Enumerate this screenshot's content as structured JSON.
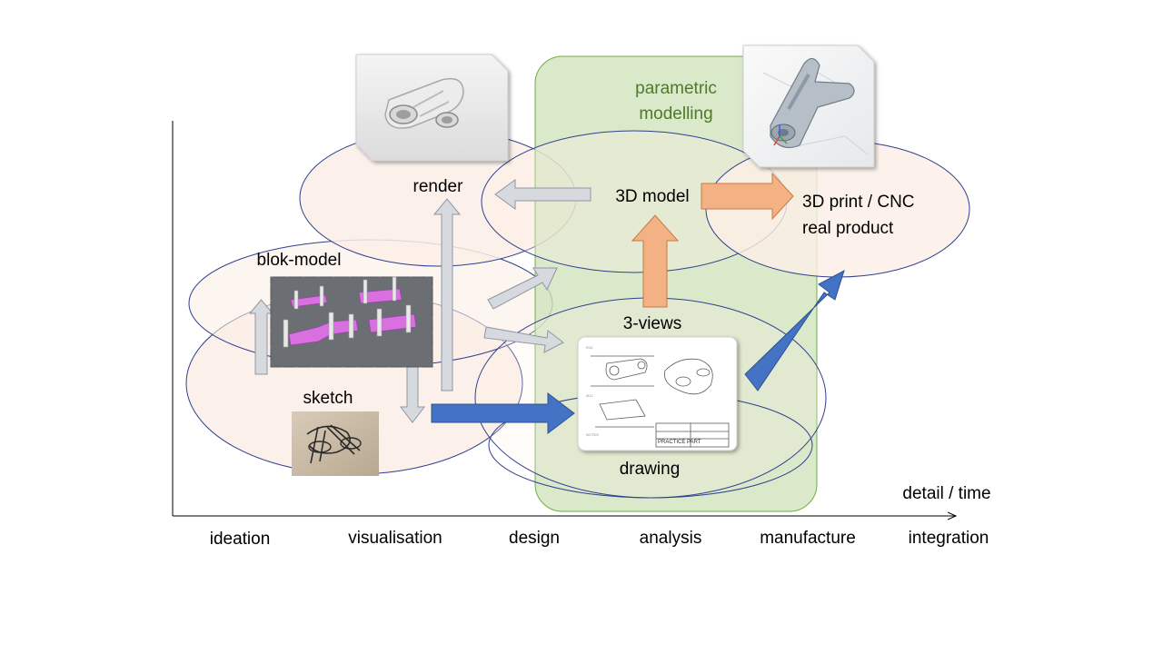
{
  "diagram": {
    "phases": [
      "ideation",
      "visualisation",
      "design",
      "analysis",
      "manufacture",
      "integration"
    ],
    "axis_label": "detail / time",
    "region_label_line1": "parametric",
    "region_label_line2": "modelling",
    "nodes": {
      "render": "render",
      "blok_model": "blok-model",
      "sketch": "sketch",
      "model_3d": "3D model",
      "three_views": "3-views",
      "drawing": "drawing",
      "product_line1": "3D print / CNC",
      "product_line2": "real product"
    },
    "drawing_note": "PRACTICE PART",
    "colors": {
      "ellipse_fill": "#fcefe6",
      "ellipse_stroke": "#2f3f8f",
      "region_fill": "#cfe3bc",
      "region_stroke": "#70ad47",
      "region_text": "#4f7a28",
      "arrow_gray": "#d6d9de",
      "arrow_orange": "#f4b183",
      "arrow_blue": "#4472c4"
    }
  }
}
